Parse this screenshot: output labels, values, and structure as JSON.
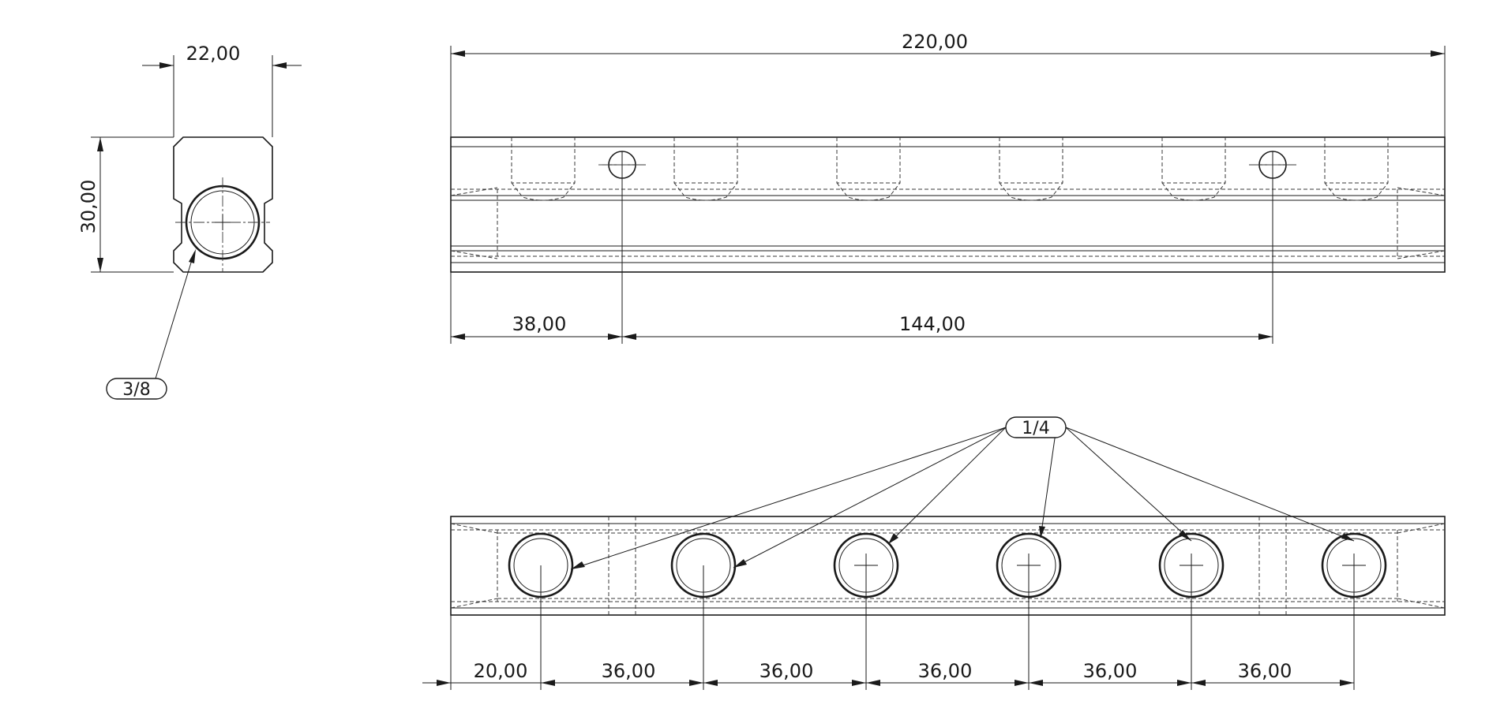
{
  "dimensions": {
    "end_width": "22,00",
    "end_height": "30,00",
    "overall_length": "220,00",
    "first_mount_hole_offset": "38,00",
    "mount_hole_spacing": "144,00",
    "port_first_offset": "20,00",
    "port_spacing": [
      "36,00",
      "36,00",
      "36,00",
      "36,00",
      "36,00"
    ]
  },
  "callouts": {
    "inlet_thread": "3/8",
    "outlet_thread": "1/4"
  },
  "colors": {
    "line": "#1a1a1a",
    "background": "#ffffff"
  }
}
